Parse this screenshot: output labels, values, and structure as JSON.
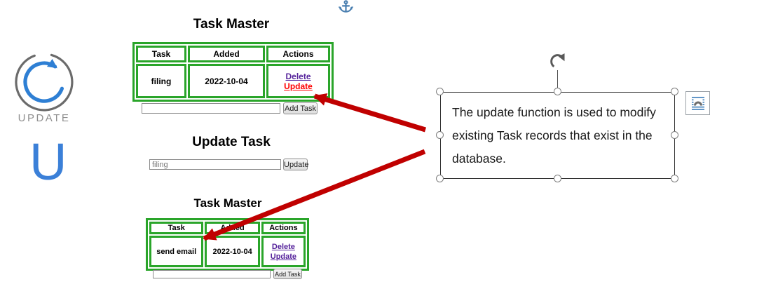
{
  "logo": {
    "caption": "UPDATE",
    "letter": "U"
  },
  "task_app": {
    "top": {
      "title": "Task Master",
      "headers": [
        "Task",
        "Added",
        "Actions"
      ],
      "row": {
        "task": "filing",
        "added": "2022-10-04",
        "delete": "Delete",
        "update": "Update"
      },
      "add_input_value": "",
      "add_button": "Add Task"
    },
    "update_form": {
      "title": "Update Task",
      "input_value": "filing",
      "button": "Update"
    },
    "bottom": {
      "title": "Task Master",
      "headers": [
        "Task",
        "Added",
        "Actions"
      ],
      "row": {
        "task": "send email",
        "added": "2022-10-04",
        "delete": "Delete",
        "update": "Update"
      },
      "add_input_value": "",
      "add_button": "Add Task"
    }
  },
  "callout": {
    "text": "The update function is used to modify existing Task records that exist in the database."
  },
  "colors": {
    "table_border": "#2aa52a",
    "link_visited": "#55229b",
    "link_active": "#ff0000",
    "arrow": "#c00000",
    "logo_blue": "#2e7fd4",
    "logo_gray": "#6b6b6b",
    "anchor_blue": "#4a7fb0"
  }
}
